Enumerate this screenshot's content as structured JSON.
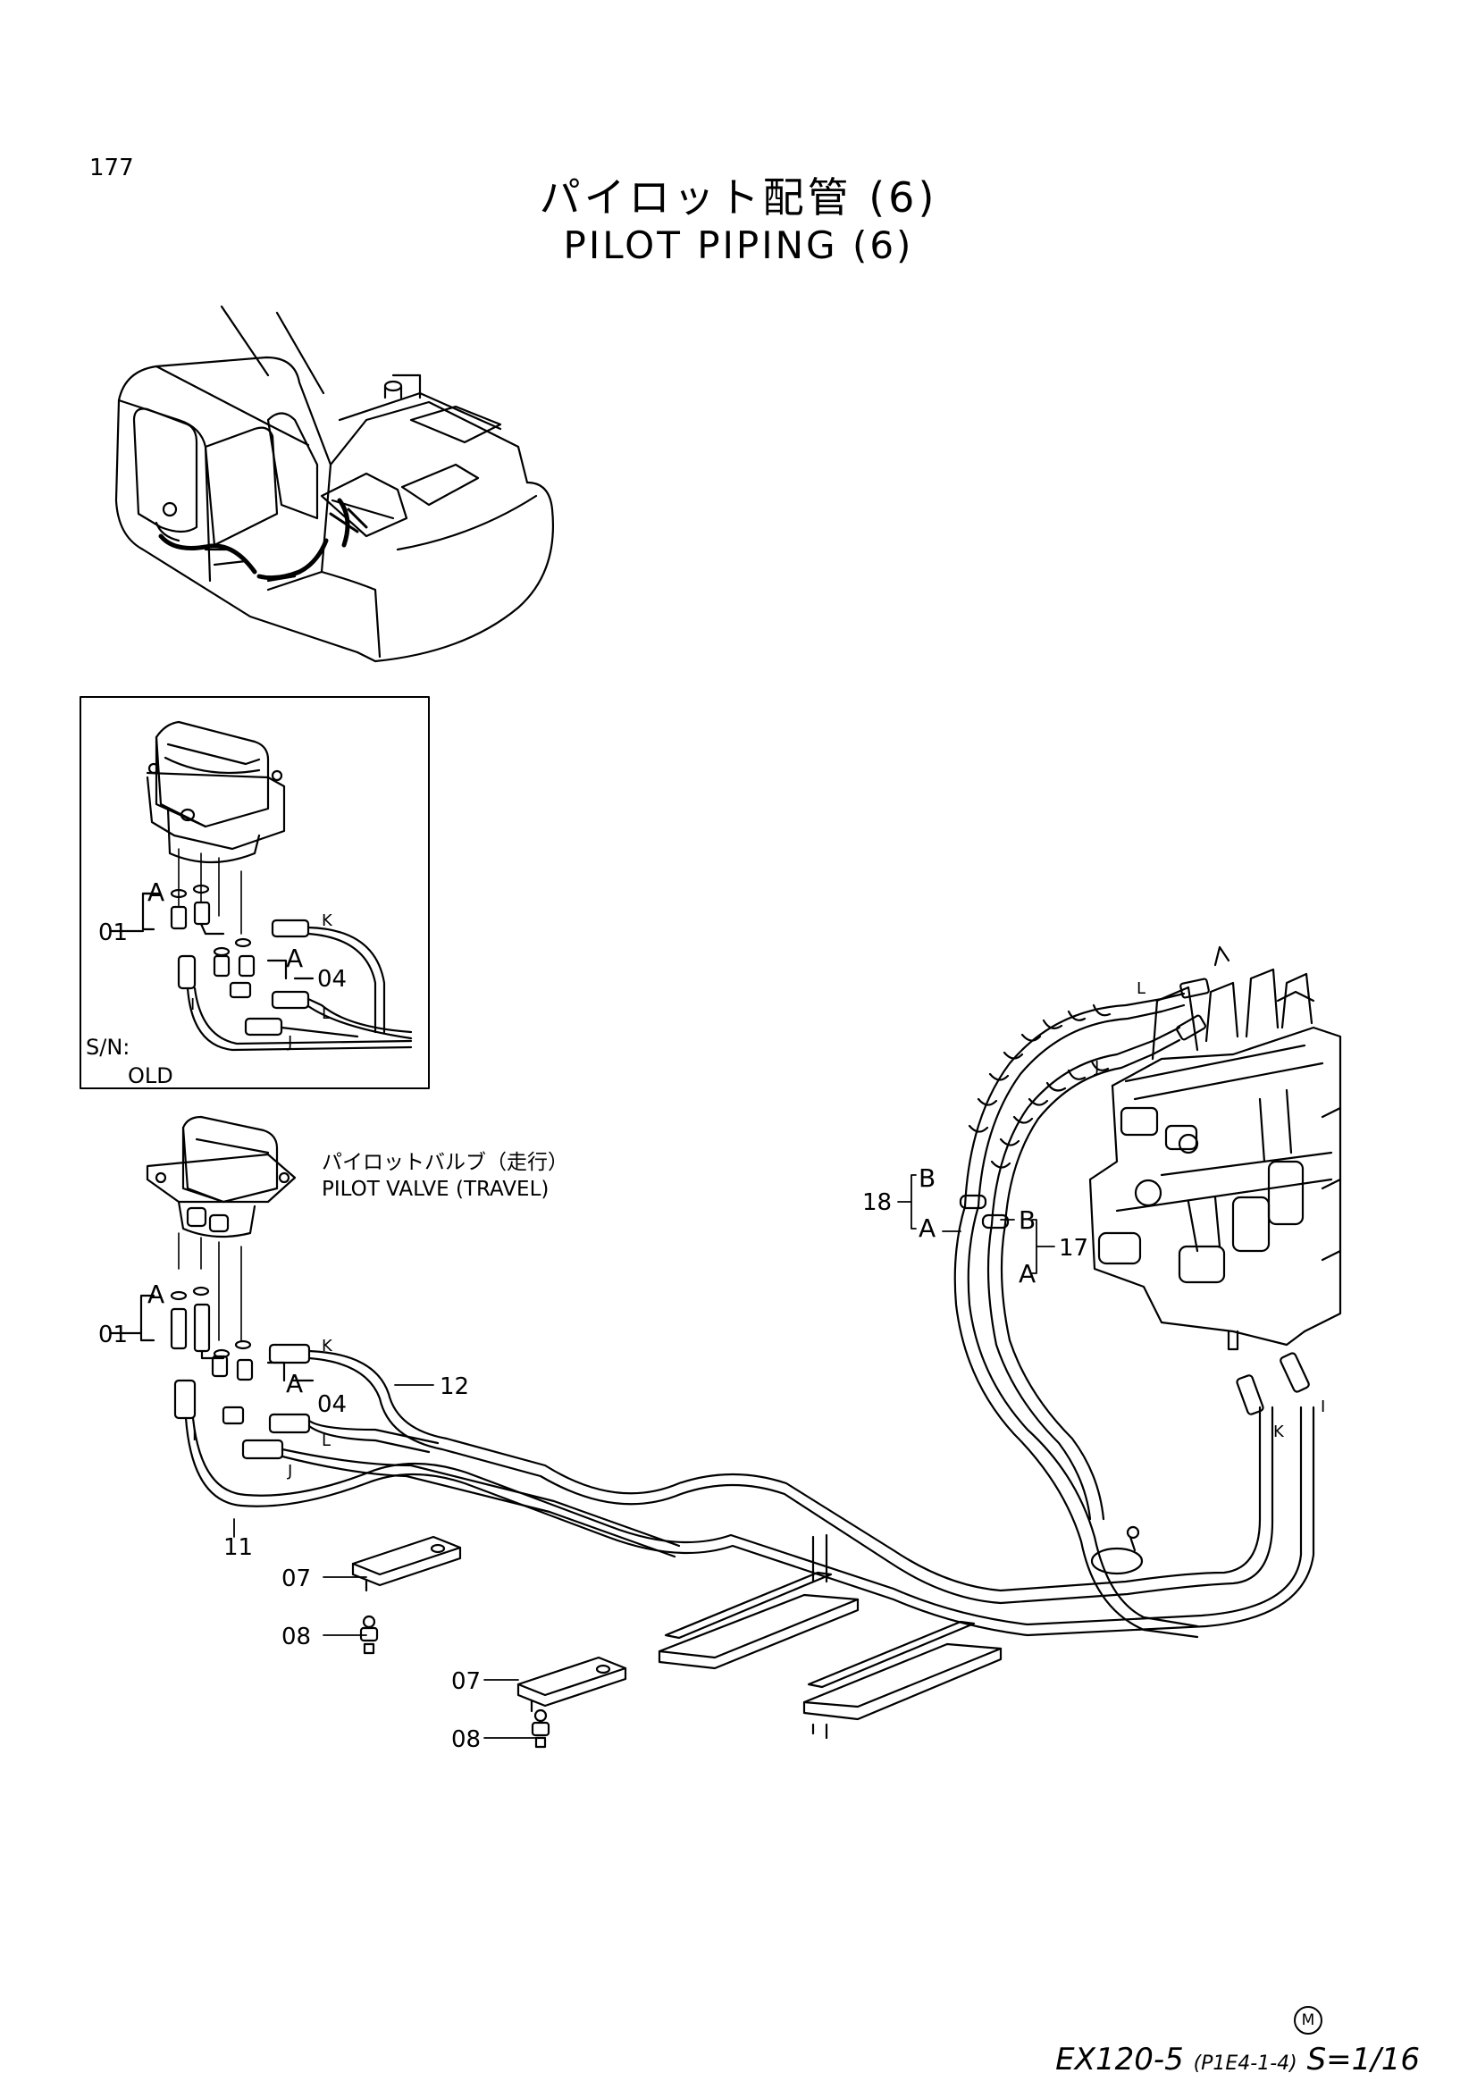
{
  "page": {
    "number": "177",
    "title_jp": "パイロット配管 (6)",
    "title_en": "PILOT PIPING (6)"
  },
  "inset": {
    "sn_label": "S/N:",
    "sn_value": "OLD"
  },
  "pilot_valve": {
    "label_jp": "パイロットバルブ（走行）",
    "label_en": "PILOT VALVE (TRAVEL)"
  },
  "callouts": {
    "part_01": "01",
    "part_04": "04",
    "part_07": "07",
    "part_08": "08",
    "part_11": "11",
    "part_12": "12",
    "part_17": "17",
    "part_18": "18",
    "ref_a": "A",
    "ref_b": "B",
    "hose_i": "I",
    "hose_j": "J",
    "hose_k": "K",
    "hose_l": "L"
  },
  "footer": {
    "model": "EX120-5",
    "code": "(P1E4-1-4)",
    "scale": "S=1/16",
    "mark": "M"
  }
}
